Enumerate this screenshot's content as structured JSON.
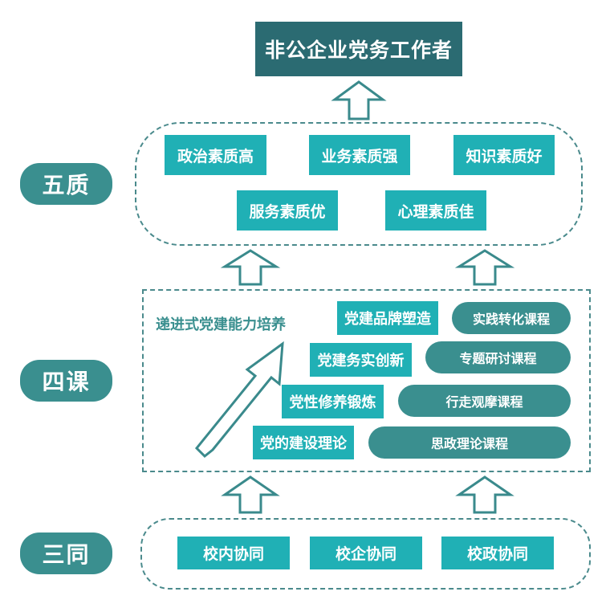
{
  "title": "非公企业党务工作者",
  "colors": {
    "dark_teal": "#2b6b72",
    "light_teal": "#20b0b5",
    "mid_teal": "#3a8f8f",
    "dash": "#4a8a8c"
  },
  "sections": {
    "wuzhi": {
      "label": "五质",
      "items": [
        "政治素质高",
        "业务素质强",
        "知识素质好",
        "服务素质优",
        "心理素质佳"
      ]
    },
    "sike": {
      "label": "四课",
      "progress_label": "递进式党建能力培养",
      "levels": [
        {
          "goal": "党建品牌塑造",
          "course": "实践转化课程"
        },
        {
          "goal": "党建务实创新",
          "course": "专题研讨课程"
        },
        {
          "goal": "党性修养锻炼",
          "course": "行走观摩课程"
        },
        {
          "goal": "党的建设理论",
          "course": "思政理论课程"
        }
      ]
    },
    "santong": {
      "label": "三同",
      "items": [
        "校内协同",
        "校企协同",
        "校政协同"
      ]
    }
  }
}
